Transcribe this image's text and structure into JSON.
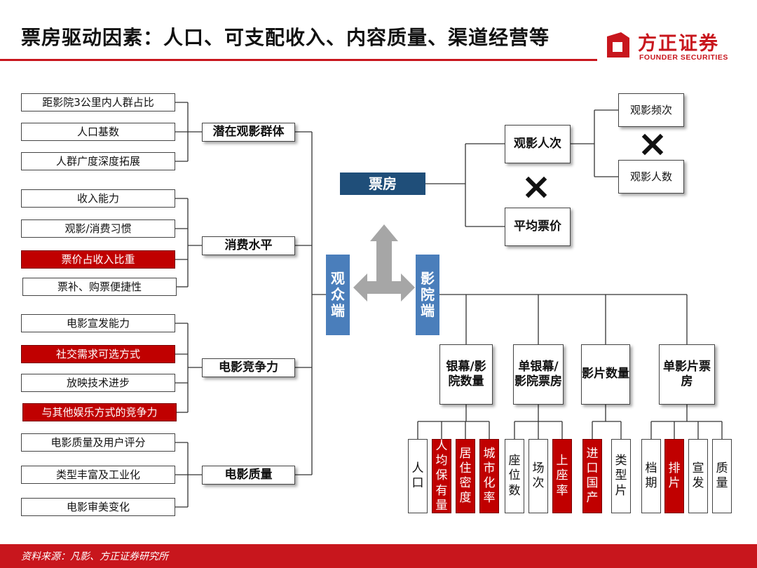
{
  "header": {
    "title": "票房驱动因素：人口、可支配收入、内容质量、渠道经营等",
    "logo_cn": "方正证券",
    "logo_en": "FOUNDER SECURITIES"
  },
  "footer": {
    "source": "资料来源：凡影、方正证券研究所"
  },
  "left": {
    "factors": [
      "距影院3公里内人群占比",
      "人口基数",
      "人群广度深度拓展",
      "收入能力",
      "观影/消费习惯",
      "票价占收入比重",
      "票补、购票便捷性",
      "电影宣发能力",
      "社交需求可选方式",
      "放映技术进步",
      "与其他娱乐方式的竞争力",
      "电影质量及用户评分",
      "类型丰富及工业化",
      "电影审美变化"
    ],
    "categories": [
      "潜在观影群体",
      "消费水平",
      "电影竞争力",
      "电影质量"
    ]
  },
  "center": {
    "audience": "观众端",
    "cinema": "影院端"
  },
  "top": {
    "box_office": "票房",
    "admissions": "观影人次",
    "avg_price": "平均票价",
    "frequency": "观影频次",
    "viewers": "观影人数"
  },
  "mid": [
    "银幕/影院数量",
    "单银幕/影院票房",
    "影片数量",
    "单影片票房"
  ],
  "bottom": [
    "人口",
    "人均保有量",
    "居住密度",
    "城市化率",
    "座位数",
    "场次",
    "上座率",
    "进口国产",
    "类型片",
    "档期",
    "排片",
    "宣发",
    "质量"
  ],
  "colors": {
    "accent_red": "#c8161d",
    "highlight_red": "#c00000",
    "navy": "#1f4e79",
    "blue": "#4a7ebb",
    "arrow_gray": "#a6a6a6"
  }
}
